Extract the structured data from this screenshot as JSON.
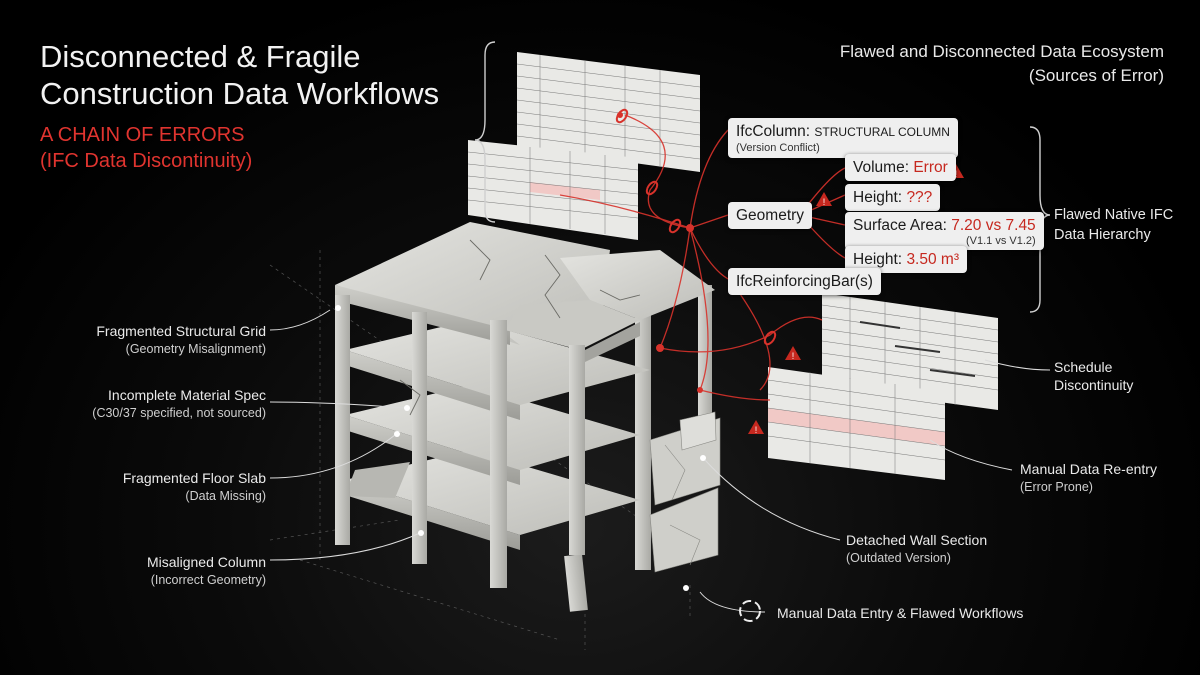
{
  "title_line1": "Disconnected & Fragile",
  "title_line2": "Construction Data Workflows",
  "subtitle_line1": "A CHAIN OF ERRORS",
  "subtitle_line2": "(IFC Data Discontinuity)",
  "ecosystem_line1": "Flawed and Disconnected Data Ecosystem",
  "ecosystem_line2": "(Sources of Error)",
  "hierarchy_line1": "Flawed Native IFC",
  "hierarchy_line2": "Data Hierarchy",
  "ifc_column": {
    "name": "IfcColumn:",
    "value": "STRUCTURAL COLUMN",
    "note": "(Version Conflict)"
  },
  "geometry": "Geometry",
  "volume": {
    "label": "Volume:",
    "value": "Error"
  },
  "height1": {
    "label": "Height:",
    "value": "???"
  },
  "surface_area": {
    "label": "Surface Area:",
    "value": "7.20 vs 7.45",
    "note": "(V1.1 vs V1.2)"
  },
  "height2": {
    "label": "Height:",
    "value": "3.50 m³"
  },
  "reinforcing": "IfcReinforcingBar(s)",
  "schedule_line1": "Schedule",
  "schedule_line2": "Discontinuity",
  "manual_reentry": {
    "label": "Manual Data Re-entry",
    "note": "(Error Prone)"
  },
  "detached_wall": {
    "label": "Detached Wall Section",
    "note": "(Outdated Version)"
  },
  "legend": "Manual Data Entry & Flawed Workflows",
  "left_labels": [
    {
      "label": "Fragmented Structural Grid",
      "note": "(Geometry Misalignment)"
    },
    {
      "label": "Incomplete Material Spec",
      "note": "(C30/37 specified, not sourced)"
    },
    {
      "label": "Fragmented Floor Slab",
      "note": "(Data Missing)"
    },
    {
      "label": "Misaligned Column",
      "note": "(Incorrect Geometry)"
    }
  ],
  "colors": {
    "accent_red": "#e0342f",
    "concrete": "#d6d6d2",
    "paper": "#efefef"
  }
}
